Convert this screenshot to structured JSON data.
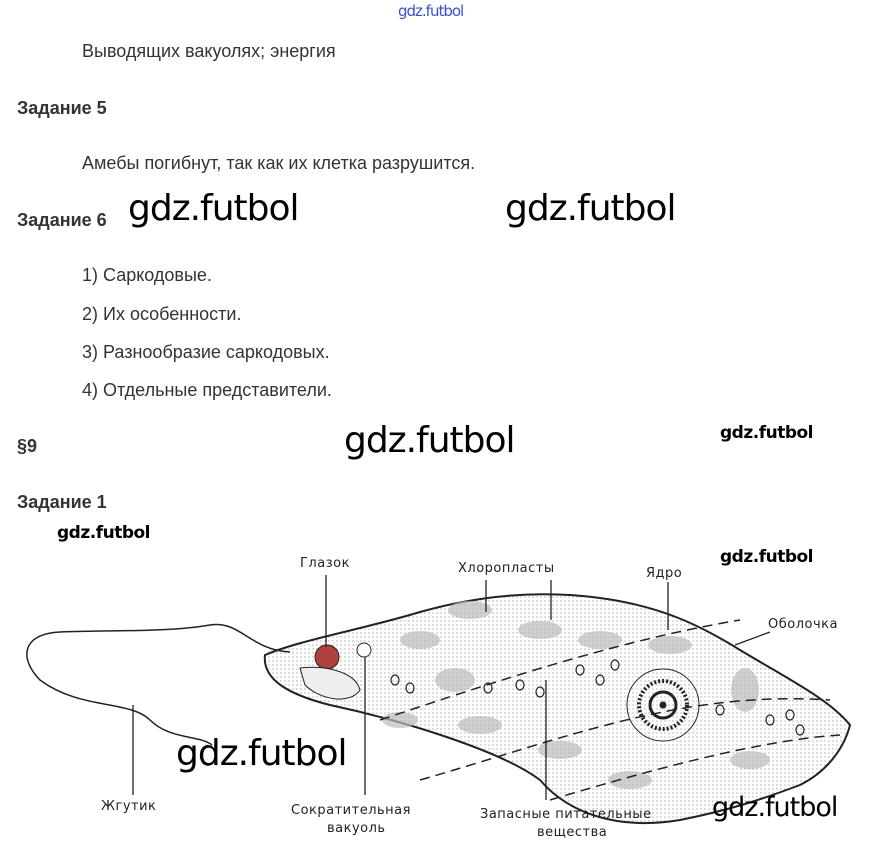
{
  "watermark": "gdz.futbol",
  "lines": {
    "vak": "Выводящих вакуолях; энергия",
    "z5": "Задание 5",
    "ameba": "Амебы погибнут, так как их клетка разрушится.",
    "z6": "Задание 6",
    "list": [
      "1)  Саркодовые.",
      "2)  Их особенности.",
      "3)  Разнообразие саркодовых.",
      "4)  Отдельные представители."
    ],
    "p9": "§9",
    "z1": "Задание 1"
  },
  "diagram": {
    "eyespot": "Глазок",
    "chloroplasts": "Хлоропласты",
    "nucleus": "Ядро",
    "membrane": "Оболочка",
    "flagellum": "Жгутик",
    "vacuole1": "Сократительная",
    "vacuole2": "вакуоль",
    "reserve1": "Запасные питательные",
    "reserve2": "вещества",
    "eyespot_color": "#b04040"
  }
}
